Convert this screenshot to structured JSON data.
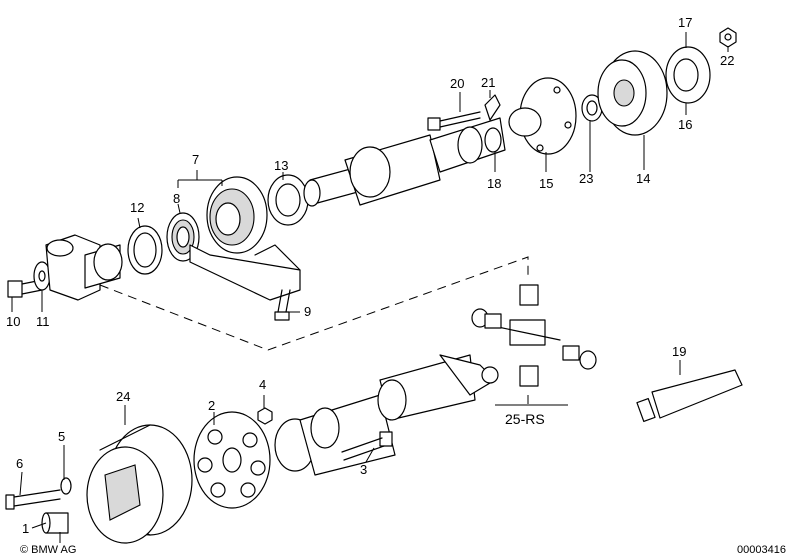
{
  "callouts": {
    "c1": "1",
    "c2": "2",
    "c3": "3",
    "c4": "4",
    "c5": "5",
    "c6": "6",
    "c7": "7",
    "c8": "8",
    "c9": "9",
    "c10": "10",
    "c11": "11",
    "c12": "12",
    "c13": "13",
    "c14": "14",
    "c15": "15",
    "c16": "16",
    "c17": "17",
    "c18": "18",
    "c19": "19",
    "c20": "20",
    "c21": "21",
    "c22": "22",
    "c23": "23",
    "c24": "24",
    "c25": "25-RS"
  },
  "footer": {
    "copyright": "© BMW AG",
    "drawing_number": "00003416"
  }
}
